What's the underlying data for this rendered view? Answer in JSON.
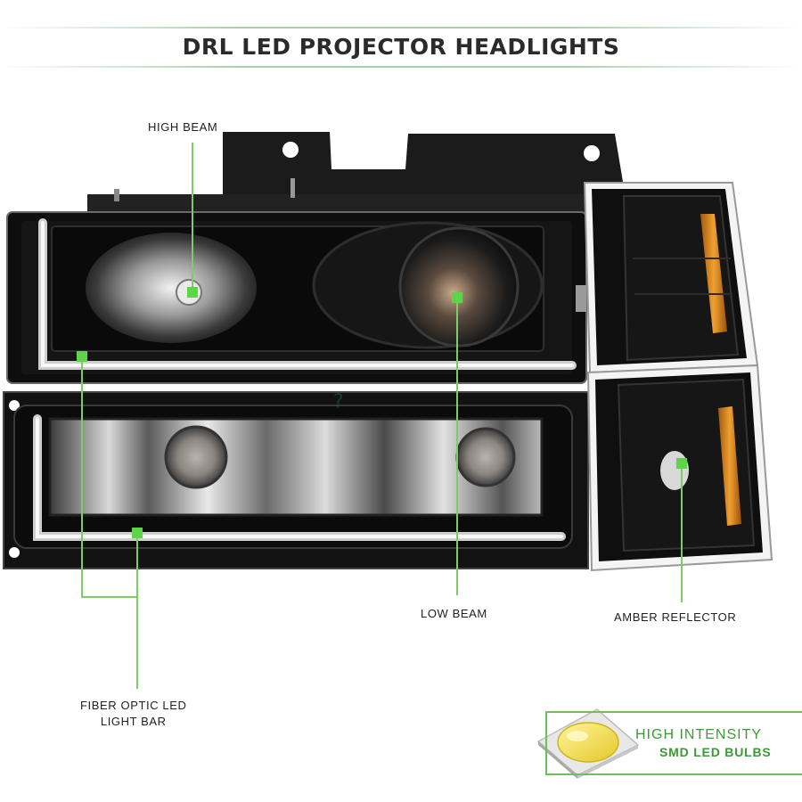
{
  "title": "DRL LED PROJECTOR HEADLIGHTS",
  "callouts": {
    "high_beam": "HIGH BEAM",
    "low_beam": "LOW BEAM",
    "amber_reflector": "AMBER REFLECTOR",
    "fiber_optic_line1": "FIBER OPTIC LED",
    "fiber_optic_line2": "LIGHT BAR"
  },
  "badge": {
    "line1": "HIGH INTENSITY",
    "line2": "SMD LED BULBS"
  },
  "colors": {
    "accent_green": "#6fbf5e",
    "marker_green": "#5fd34a",
    "title_text": "#2b2b2b",
    "housing_black": "#111111",
    "amber": "#d98a1e"
  }
}
